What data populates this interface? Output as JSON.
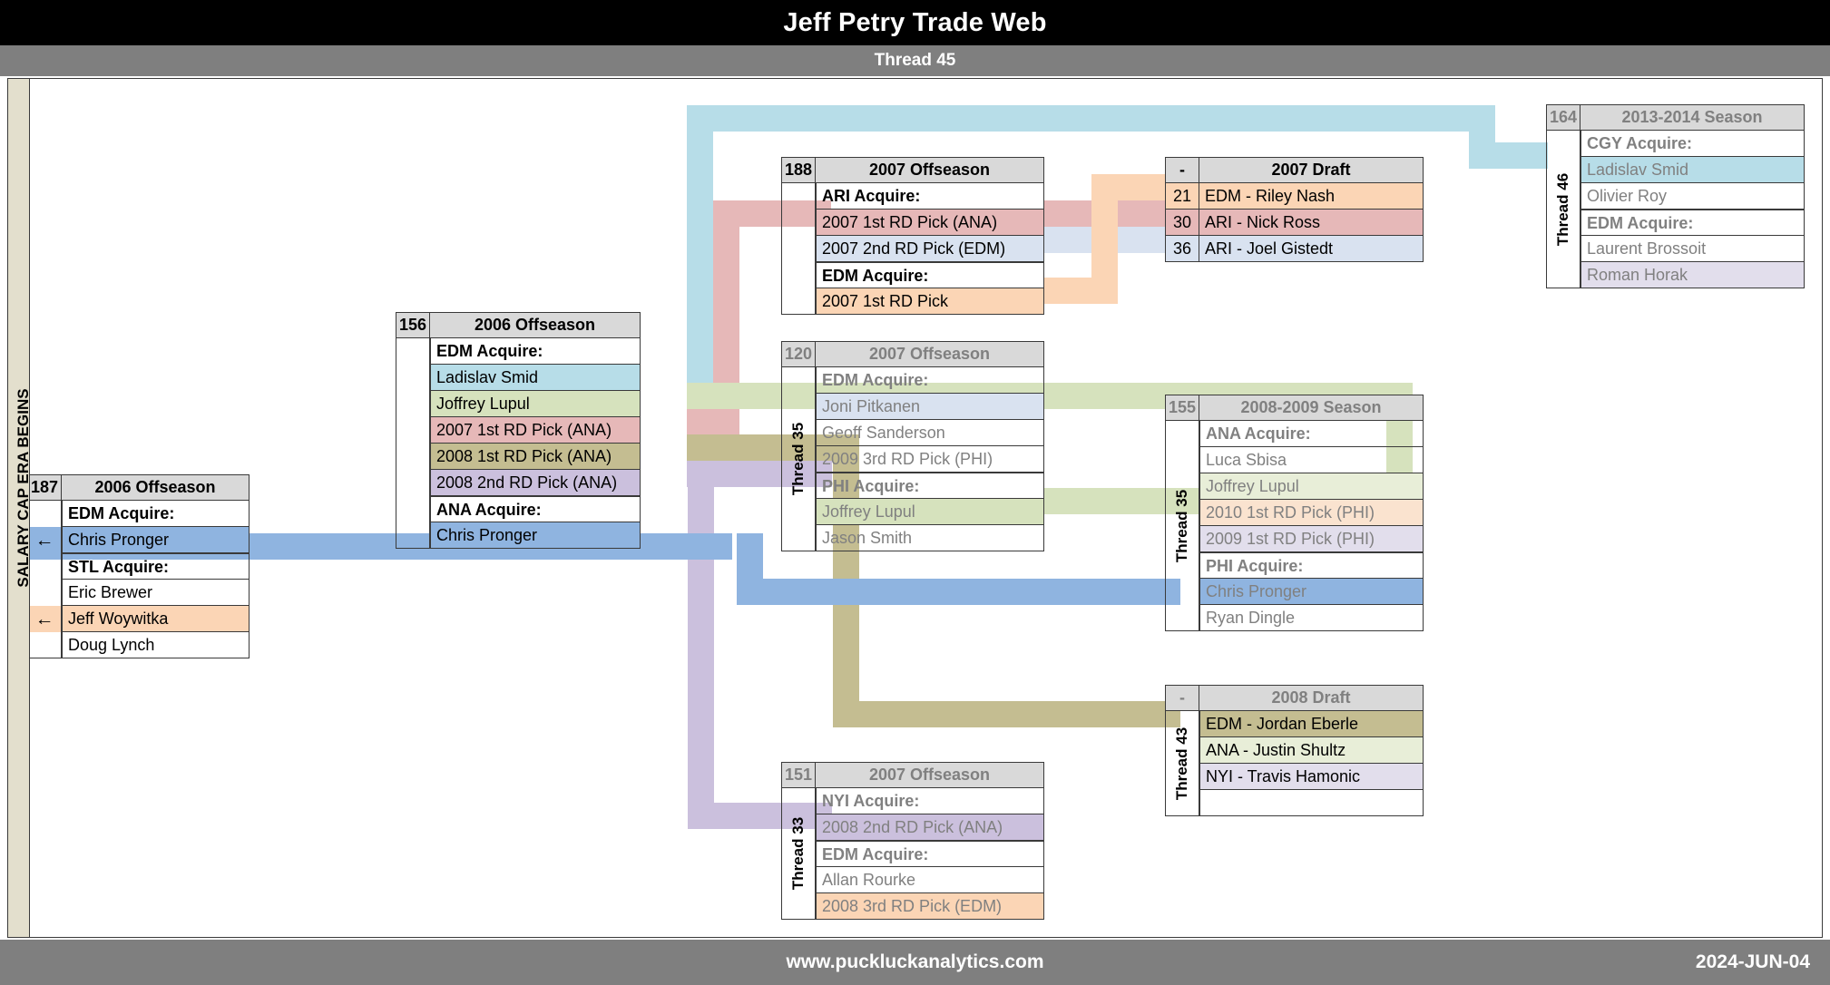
{
  "header": {
    "title": "Jeff Petry Trade Web",
    "subtitle": "Thread 45"
  },
  "footer": {
    "site": "www.puckluckanalytics.com",
    "date": "2024-JUN-04"
  },
  "sidebar": {
    "label": "SALARY CAP ERA BEGINS"
  },
  "icons": {
    "arrow_left": "←"
  },
  "palette": {
    "header_bg": "#000000",
    "subheader_bg": "#7f7f7f",
    "card_header_bg": "#d9d9d9",
    "border": "#3a3a3a",
    "dim_text": "#808080",
    "ribbon_blue": "#8fb4e0",
    "ribbon_lightblue": "#b7dde8",
    "ribbon_red": "#e6b8b8",
    "ribbon_green": "#d6e2bd",
    "ribbon_tan": "#c4bd91",
    "ribbon_purple": "#cbc0dd",
    "ribbon_orange": "#fbd5b5",
    "cell_blue": "#8fb4e0",
    "cell_lightblue": "#b7dde8",
    "cell_paleblue": "#d9e2f0",
    "cell_red": "#e6b8b8",
    "cell_green": "#d6e2bd",
    "cell_palegreen": "#e8eed8",
    "cell_tan": "#c4bd91",
    "cell_purple": "#cbc0dd",
    "cell_palepurple": "#e2deec",
    "cell_orange": "#fbd5b5",
    "cell_paleorange": "#fae3cf"
  },
  "cards": [
    {
      "id": "card-187",
      "number": "187",
      "title": "2006 Offseason",
      "thread": "",
      "dim": false,
      "rows": [
        {
          "text": "EDM Acquire:",
          "bold": true,
          "fill": "none",
          "arrow": false
        },
        {
          "text": "Chris Pronger",
          "bold": false,
          "fill": "cell_blue",
          "arrow": true
        },
        {
          "text": "STL Acquire:",
          "bold": true,
          "fill": "none",
          "arrow": false,
          "sep": true
        },
        {
          "text": "Eric Brewer",
          "bold": false,
          "fill": "none",
          "arrow": false
        },
        {
          "text": "Jeff Woywitka",
          "bold": false,
          "fill": "cell_orange",
          "arrow": true
        },
        {
          "text": "Doug Lynch",
          "bold": false,
          "fill": "none",
          "arrow": false
        }
      ]
    },
    {
      "id": "card-156",
      "number": "156",
      "title": "2006 Offseason",
      "thread": "",
      "dim": false,
      "rows": [
        {
          "text": "EDM Acquire:",
          "bold": true,
          "fill": "none"
        },
        {
          "text": "Ladislav Smid",
          "bold": false,
          "fill": "cell_lightblue"
        },
        {
          "text": "Joffrey Lupul",
          "bold": false,
          "fill": "cell_green"
        },
        {
          "text": "2007 1st RD Pick (ANA)",
          "bold": false,
          "fill": "cell_red"
        },
        {
          "text": "2008 1st RD Pick (ANA)",
          "bold": false,
          "fill": "cell_tan"
        },
        {
          "text": "2008 2nd RD Pick (ANA)",
          "bold": false,
          "fill": "cell_purple"
        },
        {
          "text": "ANA Acquire:",
          "bold": true,
          "fill": "none",
          "sep": true
        },
        {
          "text": "Chris Pronger",
          "bold": false,
          "fill": "cell_blue"
        }
      ]
    },
    {
      "id": "card-188",
      "number": "188",
      "title": "2007 Offseason",
      "thread": "",
      "dim": false,
      "rows": [
        {
          "text": "ARI Acquire:",
          "bold": true,
          "fill": "none"
        },
        {
          "text": "2007 1st RD Pick (ANA)",
          "bold": false,
          "fill": "cell_red"
        },
        {
          "text": "2007 2nd RD Pick (EDM)",
          "bold": false,
          "fill": "cell_paleblue"
        },
        {
          "text": "EDM Acquire:",
          "bold": true,
          "fill": "none",
          "sep": true
        },
        {
          "text": "2007 1st RD Pick",
          "bold": false,
          "fill": "cell_orange"
        }
      ]
    },
    {
      "id": "card-120",
      "number": "120",
      "title": "2007 Offseason",
      "thread": "Thread 35",
      "dim": true,
      "rows": [
        {
          "text": "EDM Acquire:",
          "bold": true,
          "fill": "none"
        },
        {
          "text": "Joni Pitkanen",
          "bold": false,
          "fill": "cell_paleblue"
        },
        {
          "text": "Geoff Sanderson",
          "bold": false,
          "fill": "none"
        },
        {
          "text": "2009 3rd RD Pick (PHI)",
          "bold": false,
          "fill": "none"
        },
        {
          "text": "PHI Acquire:",
          "bold": true,
          "fill": "none",
          "sep": true
        },
        {
          "text": "Joffrey Lupul",
          "bold": false,
          "fill": "cell_green"
        },
        {
          "text": "Jason Smith",
          "bold": false,
          "fill": "none"
        }
      ]
    },
    {
      "id": "card-155",
      "number": "155",
      "title": "2008-2009 Season",
      "thread": "Thread 35",
      "dim": true,
      "rows": [
        {
          "text": "ANA Acquire:",
          "bold": true,
          "fill": "none"
        },
        {
          "text": "Luca Sbisa",
          "bold": false,
          "fill": "none"
        },
        {
          "text": "Joffrey Lupul",
          "bold": false,
          "fill": "cell_palegreen"
        },
        {
          "text": "2010 1st RD Pick (PHI)",
          "bold": false,
          "fill": "cell_paleorange"
        },
        {
          "text": "2009 1st RD Pick (PHI)",
          "bold": false,
          "fill": "cell_palepurple"
        },
        {
          "text": "PHI Acquire:",
          "bold": true,
          "fill": "none",
          "sep": true
        },
        {
          "text": "Chris Pronger",
          "bold": false,
          "fill": "cell_blue"
        },
        {
          "text": "Ryan Dingle",
          "bold": false,
          "fill": "none"
        }
      ]
    },
    {
      "id": "card-151",
      "number": "151",
      "title": "2007 Offseason",
      "thread": "Thread 33",
      "dim": true,
      "rows": [
        {
          "text": "NYI Acquire:",
          "bold": true,
          "fill": "none"
        },
        {
          "text": "2008 2nd RD Pick (ANA)",
          "bold": false,
          "fill": "cell_purple"
        },
        {
          "text": "EDM Acquire:",
          "bold": true,
          "fill": "none",
          "sep": true
        },
        {
          "text": "Allan Rourke",
          "bold": false,
          "fill": "none"
        },
        {
          "text": "2008 3rd RD Pick (EDM)",
          "bold": false,
          "fill": "cell_orange"
        }
      ]
    },
    {
      "id": "card-164",
      "number": "164",
      "title": "2013-2014 Season",
      "thread": "Thread 46",
      "dim": true,
      "rows": [
        {
          "text": "CGY Acquire:",
          "bold": true,
          "fill": "none"
        },
        {
          "text": "Ladislav Smid",
          "bold": false,
          "fill": "cell_lightblue"
        },
        {
          "text": "Olivier Roy",
          "bold": false,
          "fill": "none"
        },
        {
          "text": "EDM Acquire:",
          "bold": true,
          "fill": "none",
          "sep": true
        },
        {
          "text": "Laurent Brossoit",
          "bold": false,
          "fill": "none"
        },
        {
          "text": "Roman Horak",
          "bold": false,
          "fill": "cell_palepurple"
        }
      ]
    }
  ],
  "draft_cards": [
    {
      "id": "card-draft-2007",
      "number": "-",
      "title": "2007 Draft",
      "thread": "",
      "dim": false,
      "picks": [
        {
          "pick": "21",
          "team": "EDM",
          "player": "Riley Nash",
          "fill": "cell_orange"
        },
        {
          "pick": "30",
          "team": "ARI",
          "player": "Nick Ross",
          "fill": "cell_red"
        },
        {
          "pick": "36",
          "team": "ARI",
          "player": "Joel Gistedt",
          "fill": "cell_paleblue"
        }
      ]
    },
    {
      "id": "card-draft-2008",
      "number": "-",
      "title": "2008 Draft",
      "thread": "Thread 43",
      "dim": true,
      "picks": [
        {
          "pick": "",
          "team": "EDM",
          "player": "Jordan Eberle",
          "fill": "cell_tan"
        },
        {
          "pick": "",
          "team": "ANA",
          "player": "Justin Shultz",
          "fill": "cell_palegreen"
        },
        {
          "pick": "",
          "team": "NYI",
          "player": "Travis Hamonic",
          "fill": "cell_palepurple"
        },
        {
          "pick": "",
          "team": "",
          "player": "",
          "fill": "none"
        }
      ]
    }
  ]
}
